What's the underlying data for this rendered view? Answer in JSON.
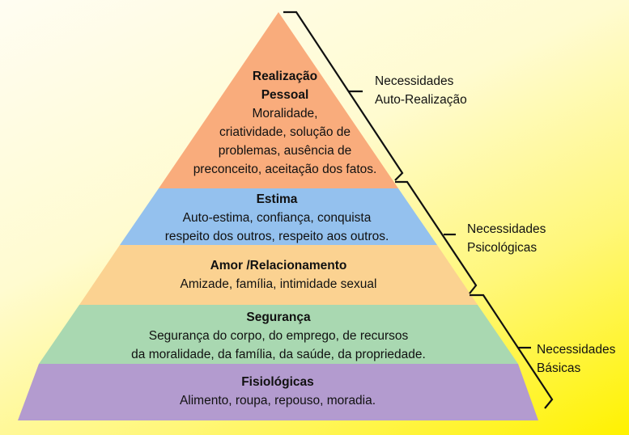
{
  "levels": [
    {
      "title_lines": [
        "Realização",
        "Pessoal"
      ],
      "desc_lines": [
        "Moralidade,",
        "criatividade, solução de",
        "problemas, ausência de",
        "preconceito, aceitação dos fatos."
      ],
      "color": "#F9AC7C"
    },
    {
      "title_lines": [
        "Estima"
      ],
      "desc_lines": [
        "Auto-estima, confiança, conquista",
        "respeito dos outros, respeito aos outros."
      ],
      "color": "#94C1EE"
    },
    {
      "title_lines": [
        "Amor /Relacionamento"
      ],
      "desc_lines": [
        "Amizade, família, intimidade sexual"
      ],
      "color": "#FBD291"
    },
    {
      "title_lines": [
        "Segurança"
      ],
      "desc_lines": [
        "Segurança do corpo, do emprego, de recursos",
        "da moralidade, da família, da saúde, da propriedade."
      ],
      "color": "#A9D8B1"
    },
    {
      "title_lines": [
        "Fisiológicas"
      ],
      "desc_lines": [
        "Alimento, roupa, repouso, moradia."
      ],
      "color": "#B39BCF"
    }
  ],
  "groups": [
    {
      "lines": [
        "Necessidades",
        "Auto-Realização"
      ]
    },
    {
      "lines": [
        "Necessidades",
        "Psicológicas"
      ]
    },
    {
      "lines": [
        "Necessidades",
        "Básicas"
      ]
    }
  ]
}
